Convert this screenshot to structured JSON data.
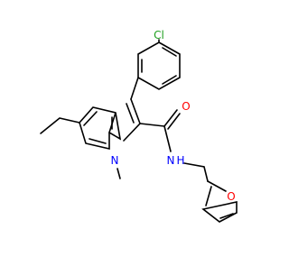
{
  "molecule": {
    "atom_labels": {
      "chlorine": "Cl",
      "amide_oxygen": "O",
      "amide_nitrogen": "N",
      "amide_hydrogen": "H",
      "indole_nitrogen": "N",
      "furan_oxygen": "O"
    },
    "colors": {
      "bond": "#000000",
      "chlorine": "#1fa01f",
      "oxygen": "#ff0000",
      "nitrogen": "#0000ff",
      "background": "#ffffff"
    }
  }
}
